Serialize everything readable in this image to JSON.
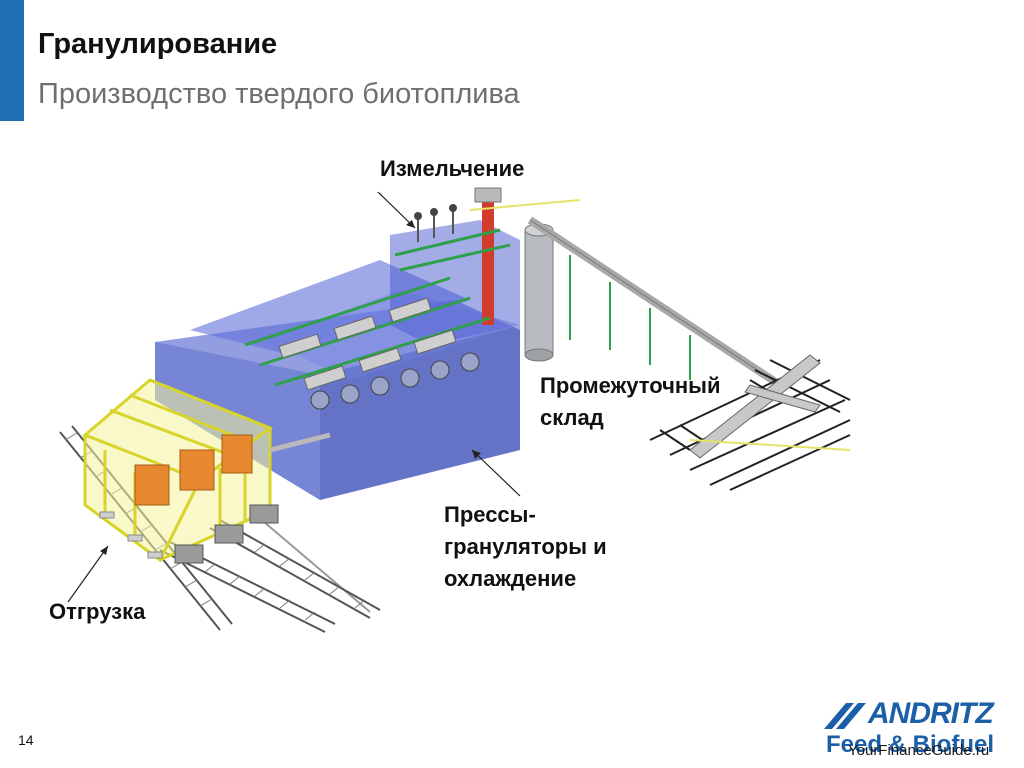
{
  "slide": {
    "title": "Гранулирование",
    "subtitle": "Производство твердого биотоплива",
    "page_number": "14",
    "accent_color": "#1f6fb5"
  },
  "callouts": {
    "grinding": "Измельчение",
    "storage": "Промежуточный\nсклад",
    "presses": "Прессы-\nгрануляторы и\nохлаждение",
    "shipping": "Отгрузка"
  },
  "logo": {
    "brand": "ANDRITZ",
    "division": "Feed & Biofuel",
    "brand_color": "#1b5fa8"
  },
  "watermark": "YourFinanceGuide.ru"
}
